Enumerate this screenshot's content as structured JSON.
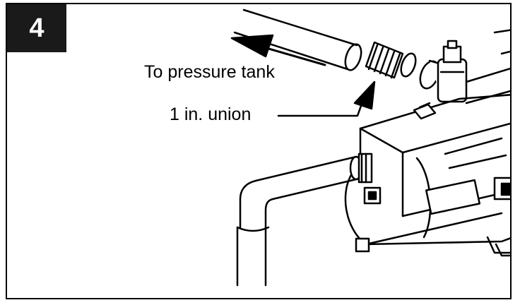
{
  "step": {
    "number": "4"
  },
  "labels": {
    "pressure_tank": "To pressure tank",
    "union": "1 in. union"
  },
  "colors": {
    "ink": "#000000",
    "paper": "#ffffff",
    "badge": "#1a1a1a"
  }
}
